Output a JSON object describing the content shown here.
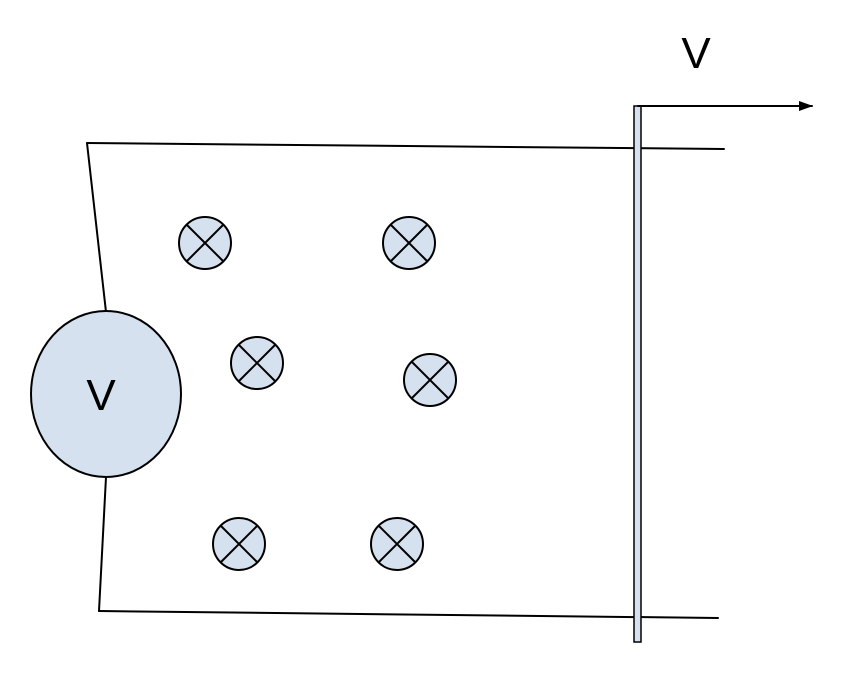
{
  "meter": {
    "label": "V",
    "fill": "#d6e1f0"
  },
  "velocity": {
    "label": "V"
  },
  "field_symbols": {
    "direction": "into-page",
    "count": 6,
    "fill": "#d6e1f0"
  },
  "rod": {
    "fill": "#d6e1f0"
  },
  "colors": {
    "stroke": "#000000",
    "background": "#ffffff"
  }
}
